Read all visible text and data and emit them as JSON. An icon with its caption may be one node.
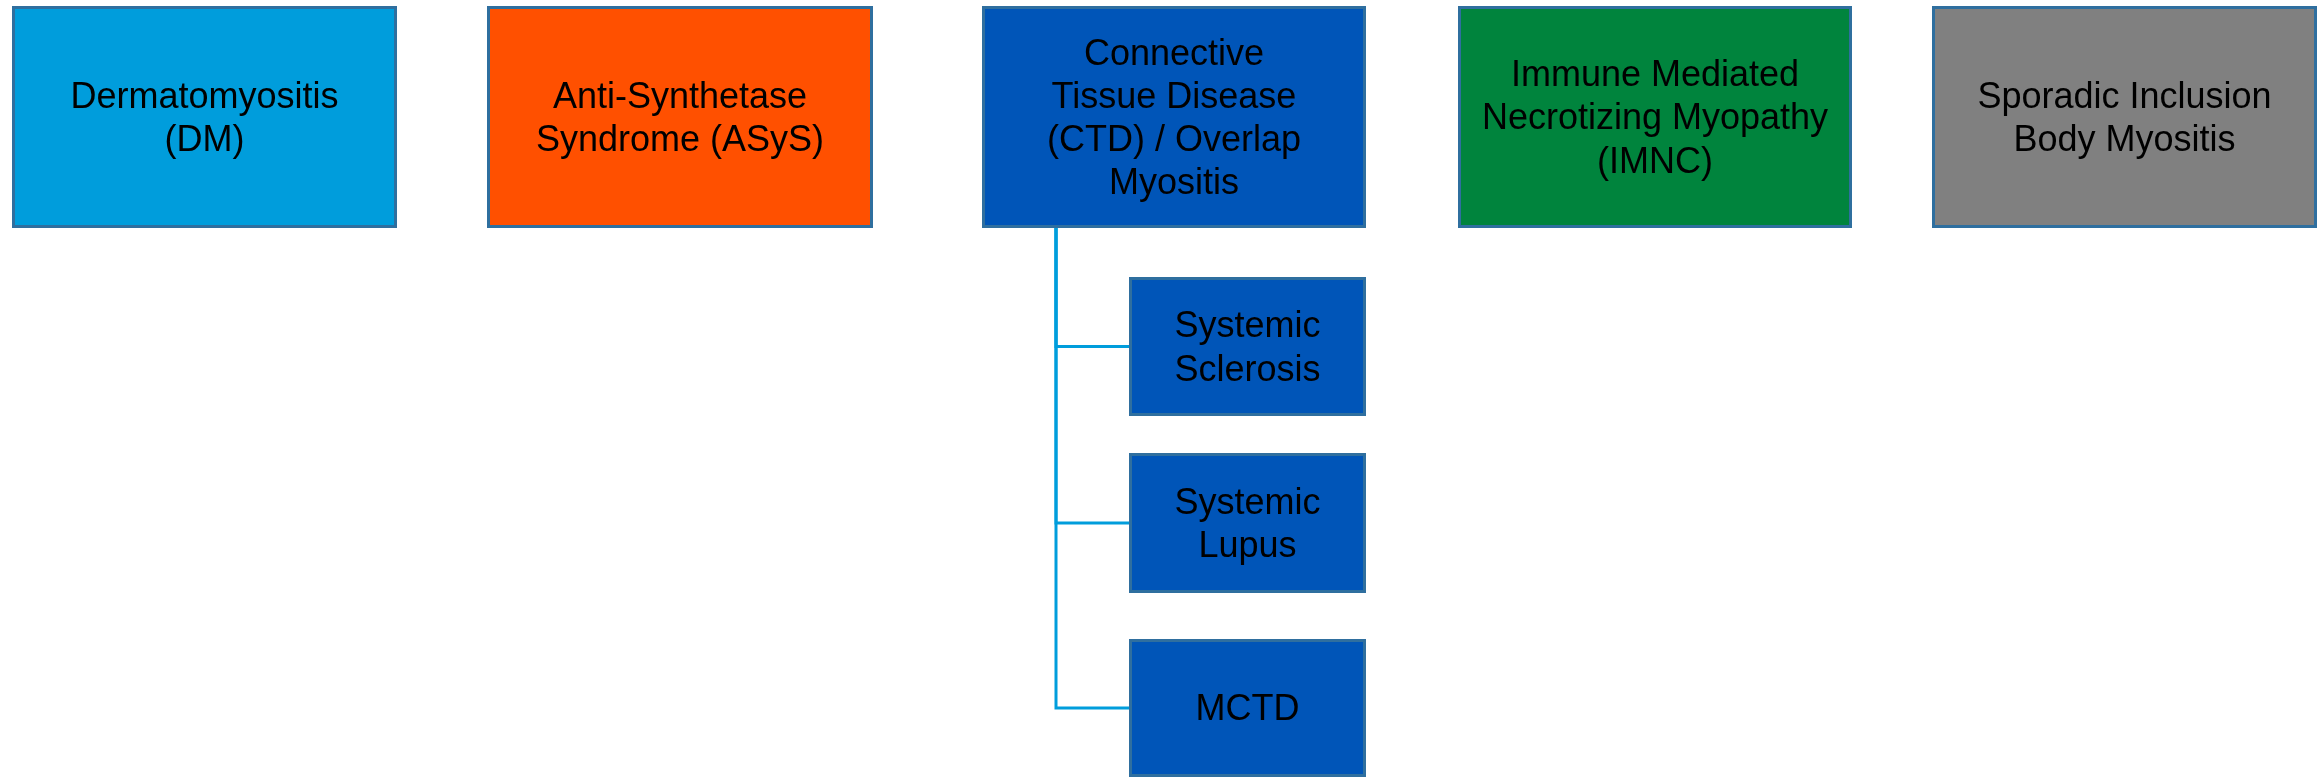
{
  "diagram": {
    "nodes": [
      {
        "text": [
          "Dermatomyositis (DM)"
        ]
      },
      {
        "text": [
          "Anti-Synthetase Syndrome (ASyS)"
        ]
      },
      {
        "text": [
          "Connective Tissue Disease (CTD) / Overlap Myositis"
        ]
      },
      {
        "text": [
          "Immune Mediated Necrotizing Myopathy (IMNC)"
        ]
      },
      {
        "text": [
          "Sporadic Inclusion Body Myositis"
        ]
      },
      {
        "text": [
          "Systemic Sclerosis"
        ]
      },
      {
        "text": [
          "Systemic Lupus"
        ]
      },
      {
        "text": [
          "MCTD"
        ]
      }
    ],
    "edges": [
      {
        "from": 2,
        "to": 5,
        "arrow": "none"
      },
      {
        "from": 2,
        "to": 6,
        "arrow": "none"
      },
      {
        "from": 2,
        "to": 7,
        "arrow": "none"
      }
    ]
  }
}
